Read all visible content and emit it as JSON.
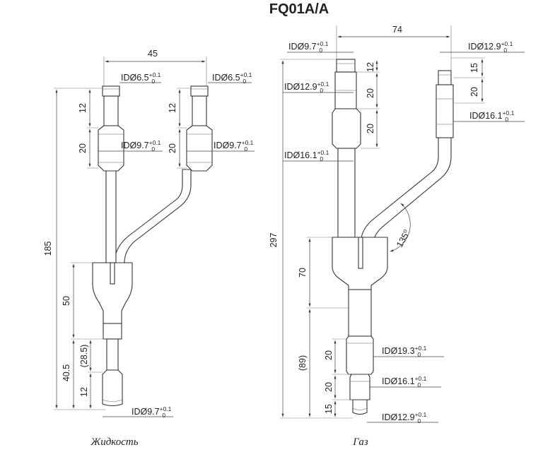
{
  "title": "FQ01A/A",
  "captions": {
    "liquid": "Жидкость",
    "gas": "Газ"
  },
  "liquid": {
    "dims": {
      "width": "45",
      "total": "185",
      "branch_top_a": "12",
      "branch_mid_a": "20",
      "branch_top_b": "12",
      "branch_mid_b": "20",
      "body": "50",
      "tail": "40.5",
      "tail_ref": "(28.5)",
      "tail_end": "12"
    },
    "ids": {
      "top_left": {
        "base": "IDØ6.5",
        "sup": "+0.1",
        "sub": "0"
      },
      "top_right": {
        "base": "IDØ6.5",
        "sup": "+0.1",
        "sub": "0"
      },
      "mid_left": {
        "base": "IDØ9.7",
        "sup": "+0.1",
        "sub": "0"
      },
      "mid_right": {
        "base": "IDØ9.7",
        "sup": "+0.1",
        "sub": "0"
      },
      "bottom": {
        "base": "IDØ9.7",
        "sup": "+0.1",
        "sub": "0"
      }
    }
  },
  "gas": {
    "dims": {
      "width": "74",
      "total": "297",
      "left_top": "12",
      "left_mid1": "20",
      "left_mid2": "20",
      "right_top": "15",
      "right_mid": "20",
      "angle": "135",
      "angle_unit": "o",
      "body": "70",
      "tail_ref": "(89)",
      "tail_a": "20",
      "tail_b": "20",
      "tail_c": "15"
    },
    "ids": {
      "top_left": {
        "base": "IDØ9.7",
        "sup": "+0.1",
        "sub": "0"
      },
      "top_right": {
        "base": "IDØ12.9",
        "sup": "+0.1",
        "sub": "0"
      },
      "mid_left": {
        "base": "IDØ12.9",
        "sup": "+0.1",
        "sub": "0"
      },
      "low_left": {
        "base": "IDØ16.1",
        "sup": "+0.1",
        "sub": "0"
      },
      "mid_right": {
        "base": "IDØ16.1",
        "sup": "+0.1",
        "sub": "0"
      },
      "tail_a": {
        "base": "IDØ19.3",
        "sup": "+0.1",
        "sub": "0"
      },
      "tail_b": {
        "base": "IDØ16.1",
        "sup": "+0.1",
        "sub": "0"
      },
      "tail_c": {
        "base": "IDØ12.9",
        "sup": "+0.1",
        "sub": "0"
      }
    }
  }
}
